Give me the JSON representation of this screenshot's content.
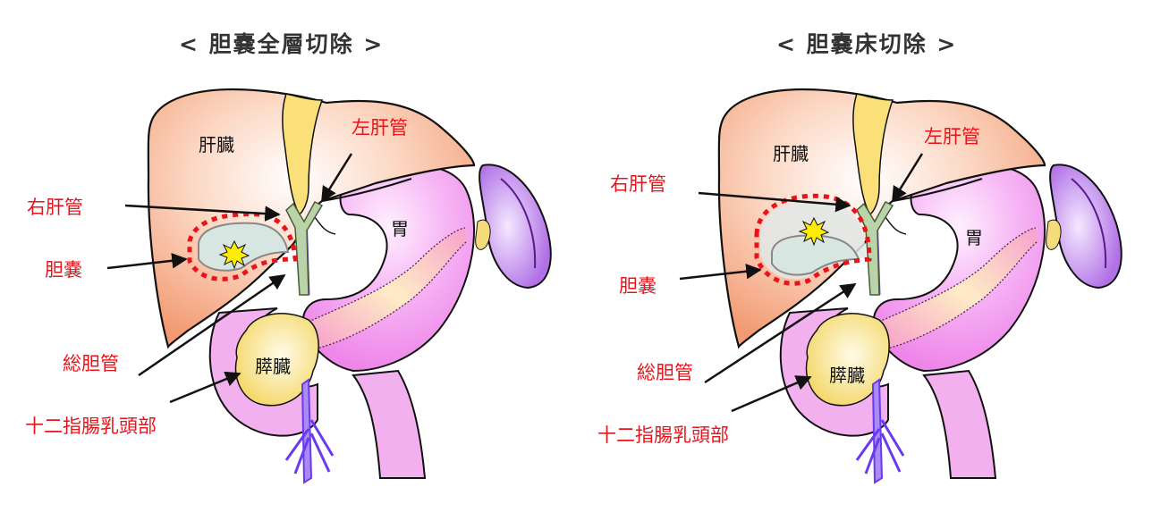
{
  "panels": [
    {
      "title": "< 胆嚢全層切除 >",
      "title_text": "胆嚢全層切除",
      "labels": {
        "liver": "肝臓",
        "left_hepatic_duct": "左肝管",
        "right_hepatic_duct": "右肝管",
        "gallbladder": "胆嚢",
        "stomach": "胃",
        "common_bile_duct": "総胆管",
        "pancreas": "膵臓",
        "duodenal_papilla": "十二指腸乳頭部"
      },
      "resection_boundary": "full-thickness"
    },
    {
      "title": "< 胆嚢床切除 >",
      "title_text": "胆嚢床切除",
      "labels": {
        "liver": "肝臓",
        "left_hepatic_duct": "左肝管",
        "right_hepatic_duct": "右肝管",
        "gallbladder": "胆嚢",
        "stomach": "胃",
        "common_bile_duct": "総胆管",
        "pancreas": "膵臓",
        "duodenal_papilla": "十二指腸乳頭部"
      },
      "resection_boundary": "gallbladder-bed"
    }
  ],
  "colors": {
    "label_red": "#e8141b",
    "liver": "#f4a882",
    "liver_highlight": "#fde3d6",
    "gallbladder": "#d8e6e2",
    "bile_duct": "#b8d4a8",
    "stomach": "#f29af0",
    "duodenum": "#f0a6ee",
    "pancreas": "#f7dc7a",
    "spleen": "#b878e8",
    "vessel": "#9a7cf0",
    "resection_dots": "#e8141b",
    "star": "#ffee00"
  },
  "icons": {
    "lesion": "yellow-starburst-icon"
  }
}
